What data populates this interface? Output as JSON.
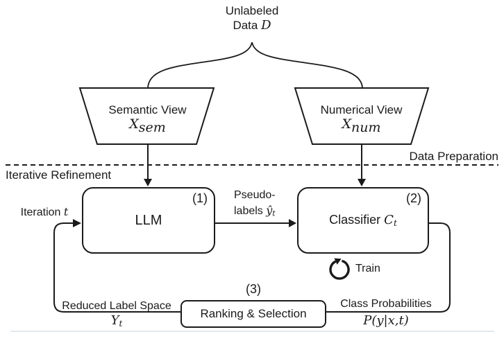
{
  "colors": {
    "ink": "#1a1a1a",
    "faint_rule": "#e2e9ee"
  },
  "diagram": {
    "top": {
      "line1": "Unlabeled",
      "line2_prefix": "Data ",
      "symbol": "D"
    },
    "views": {
      "semantic": {
        "label": "Semantic View",
        "symbol": "X",
        "sub": "sem"
      },
      "numerical": {
        "label": "Numerical View",
        "symbol": "X",
        "sub": "num"
      }
    },
    "phases": {
      "above_line": "Data Preparation",
      "below_line": "Iterative Refinement"
    },
    "llm": {
      "number": "(1)",
      "label": "LLM"
    },
    "classifier": {
      "number": "(2)",
      "label": "Classifier ",
      "symbol": "C",
      "sub": "t"
    },
    "ranking": {
      "number": "(3)",
      "label": "Ranking & Selection"
    },
    "edges": {
      "iteration": {
        "prefix": "Iteration ",
        "symbol": "t"
      },
      "pseudo": {
        "line1": "Pseudo-",
        "line2_prefix": "labels ",
        "symbol": "ŷ",
        "sub": "t"
      },
      "train": {
        "label": "Train"
      },
      "reduced": {
        "label": "Reduced Label Space",
        "symbol": "Y",
        "sub": "t"
      },
      "probabilities": {
        "label": "Class Probabilities",
        "formula": "P(y|x,t)"
      }
    }
  }
}
